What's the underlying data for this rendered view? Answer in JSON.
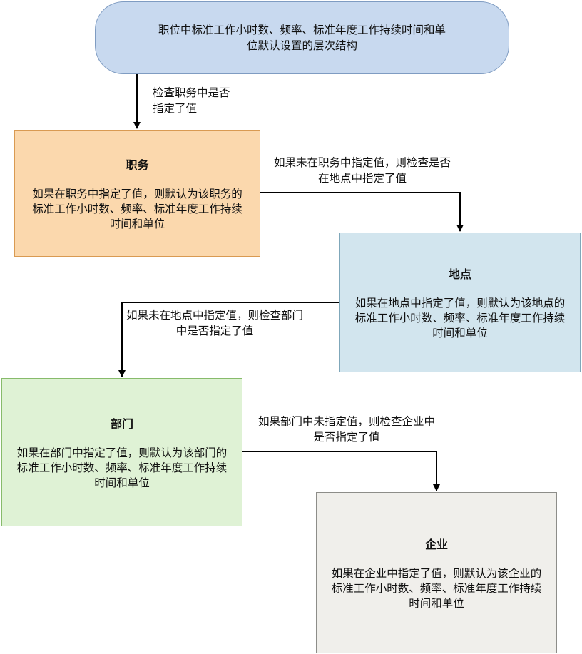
{
  "top": {
    "text": "职位中标准工作小时数、频率、标准年度工作持续时间和单位默认设置的层次结构"
  },
  "edges": {
    "top_to_job": "检查职务中是否指定了值",
    "job_to_location": "如果未在职务中指定值，则检查是否在地点中指定了值",
    "location_to_department": "如果未在地点中指定值，则检查部门中是否指定了值",
    "department_to_enterprise": "如果部门中未指定值，则检查企业中是否指定了值"
  },
  "boxes": {
    "job": {
      "title": "职务",
      "body": "如果在职务中指定了值，则默认为该职务的标准工作小时数、频率、标准年度工作持续时间和单位"
    },
    "location": {
      "title": "地点",
      "body": "如果在地点中指定了值，则默认为该地点的标准工作小时数、频率、标准年度工作持续时间和单位"
    },
    "department": {
      "title": "部门",
      "body": "如果在部门中指定了值，则默认为该部门的标准工作小时数、频率、标准年度工作持续时间和单位"
    },
    "enterprise": {
      "title": "企业",
      "body": "如果在企业中指定了值，则默认为该企业的标准工作小时数、频率、标准年度工作持续时间和单位"
    }
  },
  "colors": {
    "top_fill": "#c8d9ef",
    "job_fill": "#fbd8ad",
    "location_fill": "#d2e5ee",
    "department_fill": "#dff2d5",
    "enterprise_fill": "#f0efeb",
    "arrow": "#000000"
  }
}
